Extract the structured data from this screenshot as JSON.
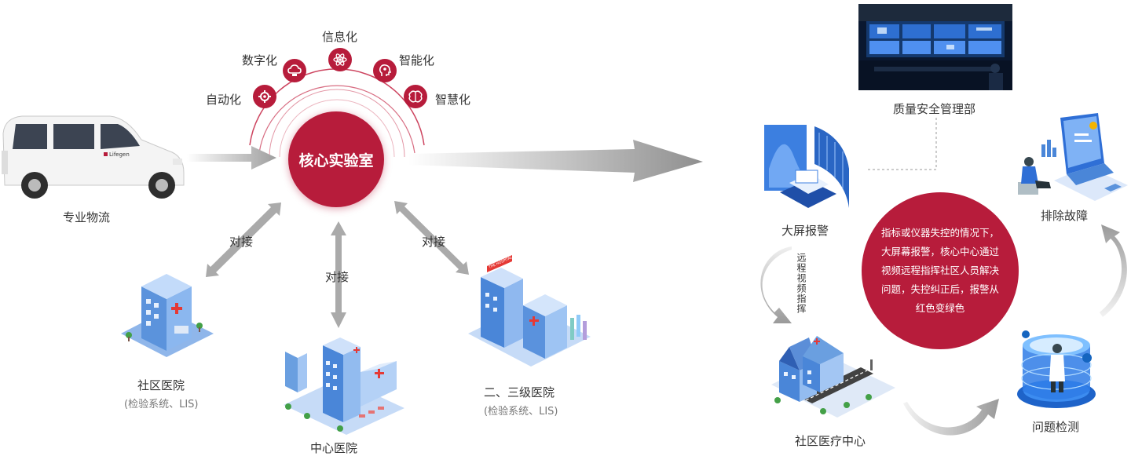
{
  "core_lab": {
    "label": "核心实验室"
  },
  "features": [
    {
      "label": "自动化",
      "icon": "gear-icon"
    },
    {
      "label": "数字化",
      "icon": "cloud-data-icon"
    },
    {
      "label": "信息化",
      "icon": "atom-icon"
    },
    {
      "label": "智能化",
      "icon": "ai-head-icon"
    },
    {
      "label": "智慧化",
      "icon": "brain-icon"
    }
  ],
  "logistics": {
    "label": "专业物流",
    "van_brand": "Lifegen"
  },
  "connections": [
    "对接",
    "对接",
    "对接"
  ],
  "hospitals": {
    "community": {
      "name": "社区医院",
      "systems": "(检验系统、LIS)"
    },
    "central": {
      "name": "中心医院"
    },
    "tier": {
      "name": "二、三级医院",
      "systems": "(检验系统、LIS)",
      "sign": "THE HOSPITAL"
    }
  },
  "right_panel": {
    "quality_dept": "质量安全管理部",
    "alarm": "大屏报警",
    "remote_guidance": "远程视频指挥",
    "community_center": "社区医疗中心",
    "detection": "问题检测",
    "troubleshoot": "排除故障",
    "description": "指标或仪器失控的情况下，大屏幕报警，核心中心通过视频远程指挥社区人员解决问题，失控纠正后，报警从红色变绿色"
  },
  "colors": {
    "accent": "#b71c3b",
    "arrow": "#a8a8a8",
    "building": "#4a90e2"
  }
}
